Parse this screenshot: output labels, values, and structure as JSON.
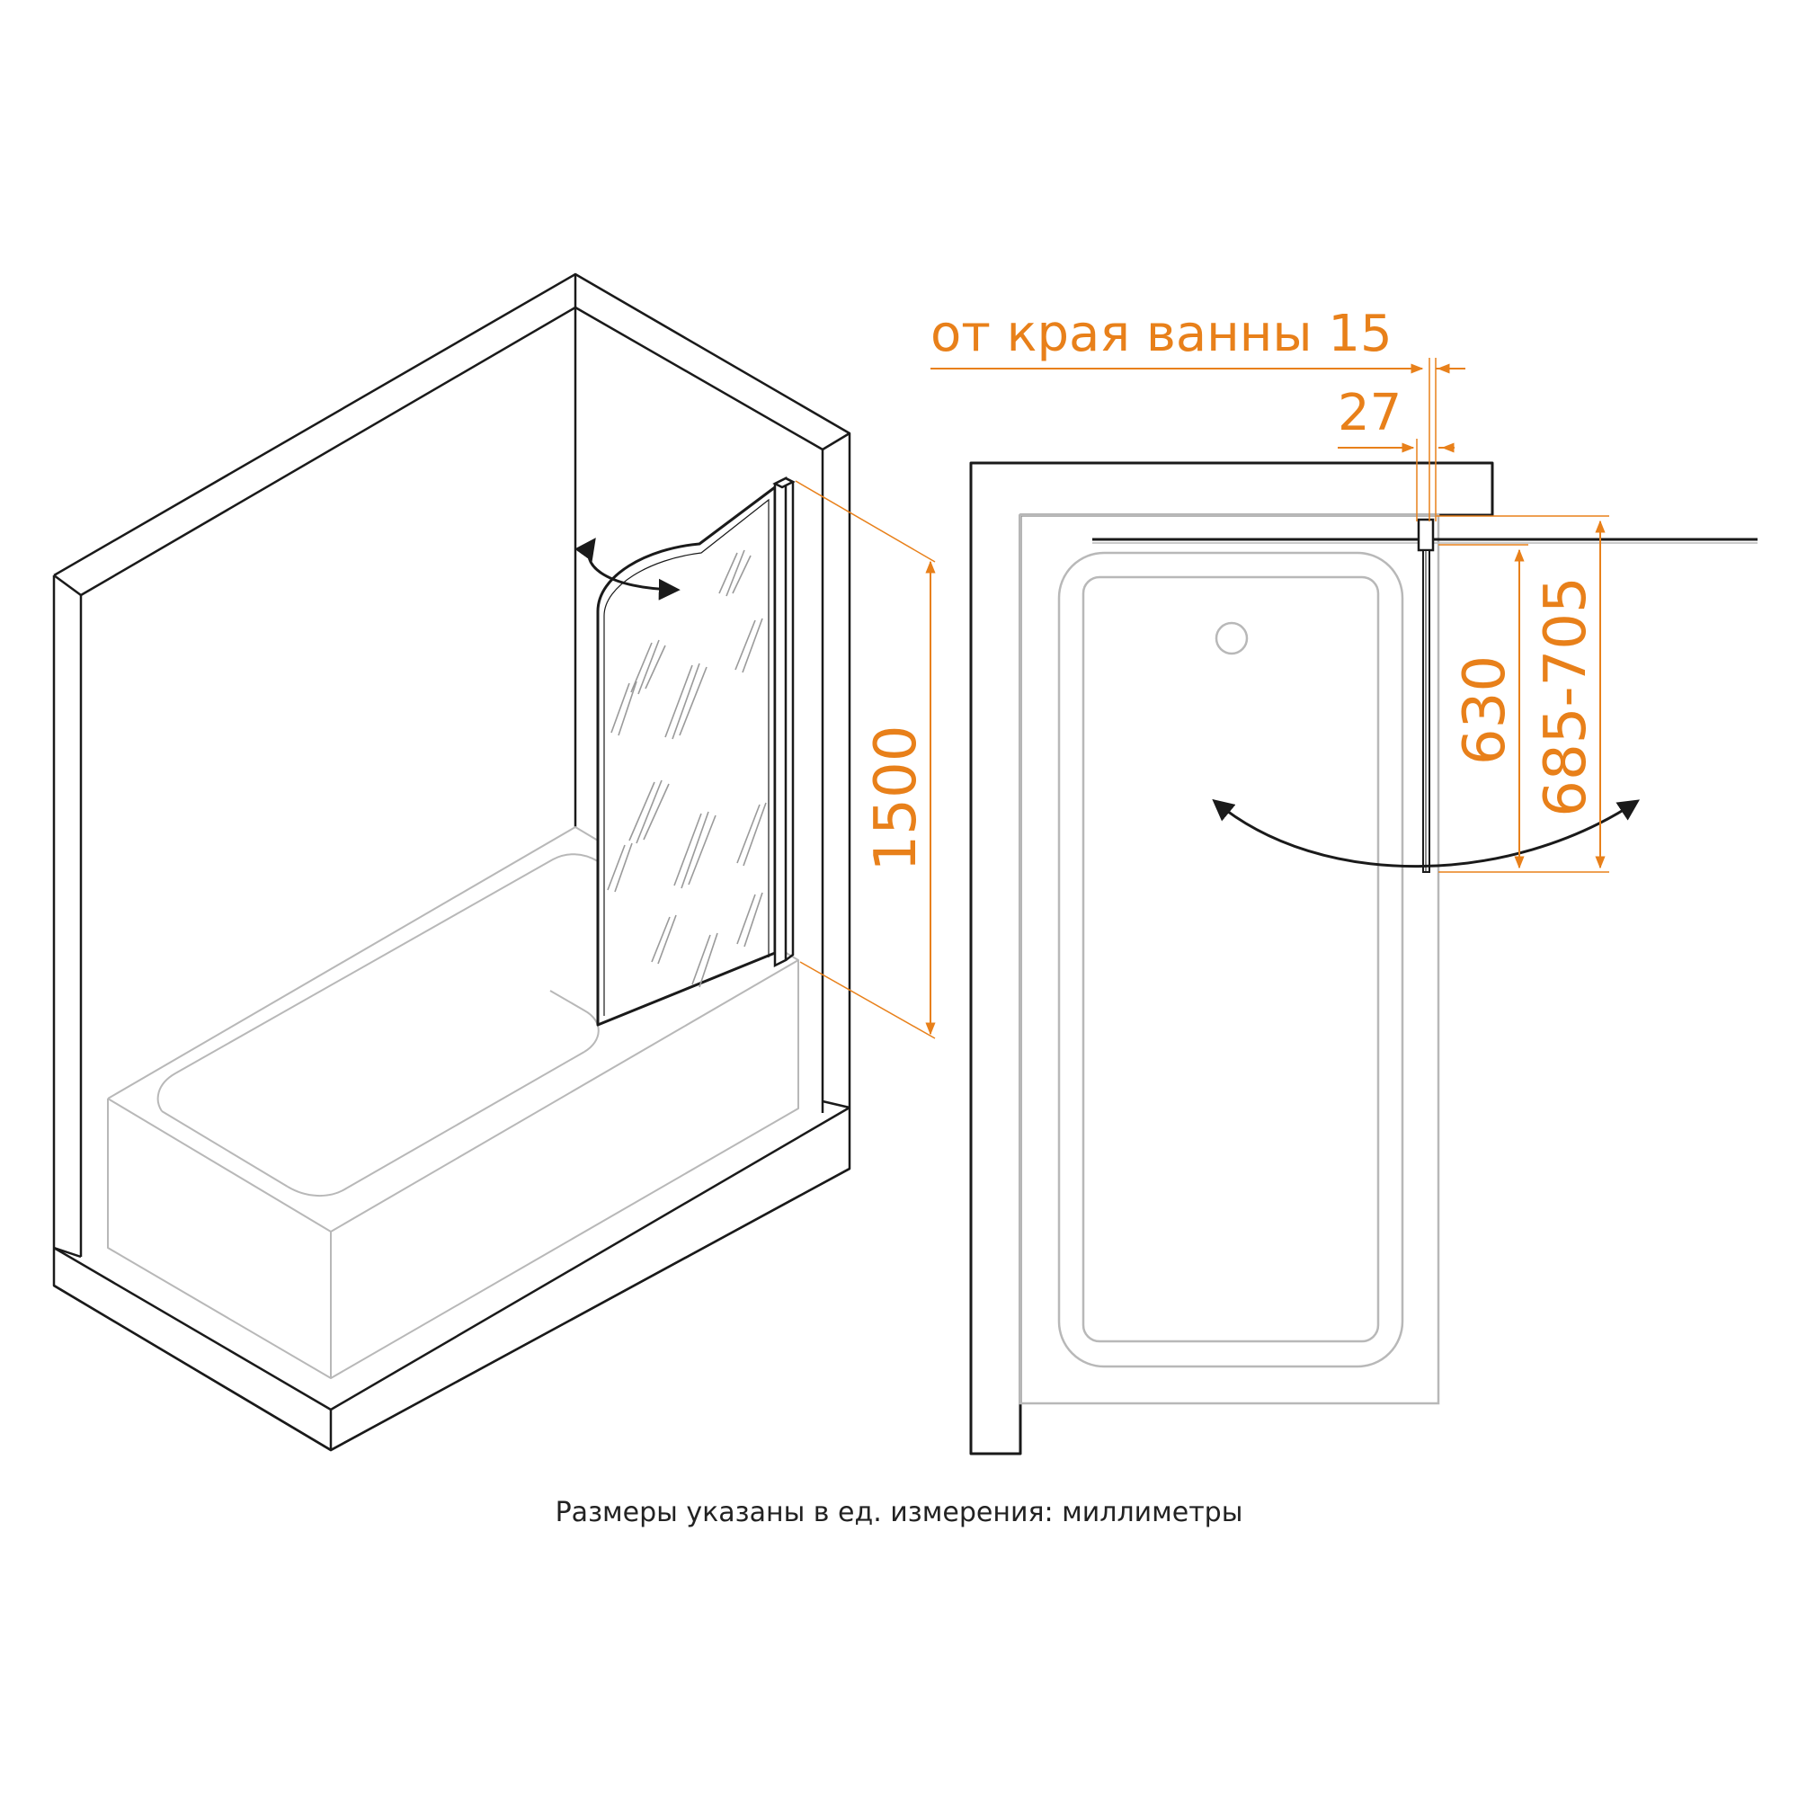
{
  "dimensions": {
    "from_edge_label": "от края ванны 15",
    "profile_width": "27",
    "panel_height": "1500",
    "panel_width": "630",
    "swing_range": "685-705"
  },
  "caption": "Размеры указаны в ед. измерения: миллиметры",
  "colors": {
    "dimension": "#E8801A",
    "outline": "#1a1a1a",
    "bathtub": "#b8b8b8",
    "glass_pattern": "#9a9a9a"
  }
}
